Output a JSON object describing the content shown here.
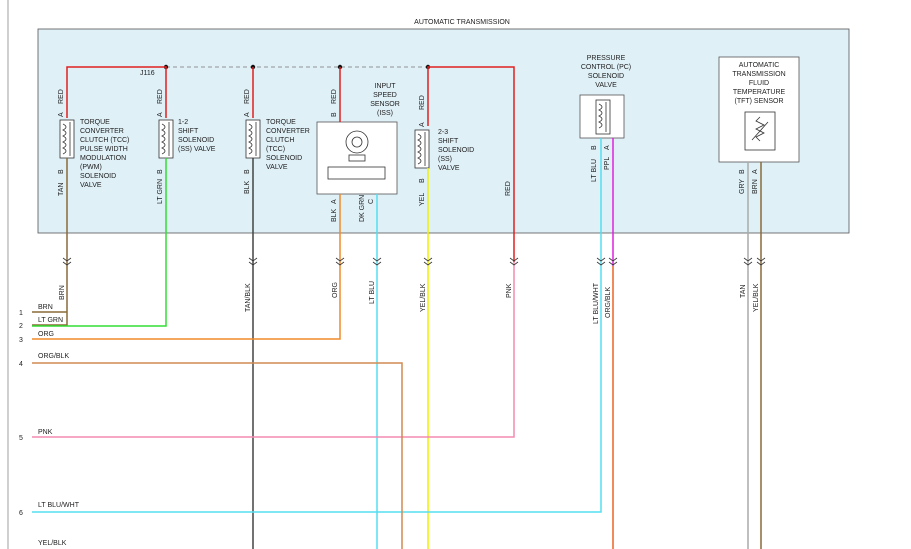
{
  "header": {
    "title": "AUTOMATIC TRANSMISSION"
  },
  "splice": {
    "label": "J116"
  },
  "components": {
    "tcc_pwm": {
      "lines": [
        "TORQUE",
        "CONVERTER",
        "CLUTCH (TCC)",
        "PULSE WIDTH",
        "MODULATION",
        "(PWM)",
        "SOLENOID",
        "VALVE"
      ]
    },
    "ss12": {
      "lines": [
        "1-2",
        "SHIFT",
        "SOLENOID",
        "(SS) VALVE"
      ]
    },
    "tcc_sol": {
      "lines": [
        "TORQUE",
        "CONVERTER",
        "CLUTCH",
        "(TCC)",
        "SOLENOID",
        "VALVE"
      ]
    },
    "iss": {
      "lines": [
        "INPUT",
        "SPEED",
        "SENSOR",
        "(ISS)"
      ]
    },
    "ss23": {
      "lines": [
        "2-3",
        "SHIFT",
        "SOLENOID",
        "(SS)",
        "VALVE"
      ]
    },
    "pc": {
      "lines": [
        "PRESSURE",
        "CONTROL (PC)",
        "SOLENOID",
        "VALVE"
      ]
    },
    "tft": {
      "lines": [
        "AUTOMATIC",
        "TRANSMISSION",
        "FLUID",
        "TEMPERATURE",
        "(TFT) SENSOR"
      ]
    }
  },
  "pins": {
    "a": "A",
    "b": "B",
    "c": "C"
  },
  "internal_wires": {
    "red": "RED",
    "tan": "TAN",
    "lt_grn": "LT GRN",
    "blk": "BLK",
    "yel": "YEL",
    "dk_grn": "DK GRN",
    "lt_blu": "LT BLU",
    "ppl": "PPL",
    "gry": "GRY",
    "brn": "BRN"
  },
  "harness_wires": {
    "brn": "BRN",
    "tan_blk": "TAN/BLK",
    "org": "ORG",
    "lt_blu": "LT BLU",
    "yel_blk": "YEL/BLK",
    "pnk": "PNK",
    "lt_blu_wht": "LT BLU/WHT",
    "org_blk": "ORG/BLK",
    "tan": "TAN",
    "yel_blk_2": "YEL/BLK"
  },
  "connector_pins": [
    {
      "number": "1",
      "label": "BRN"
    },
    {
      "number": "2",
      "label": "LT GRN"
    },
    {
      "number": "3",
      "label": "ORG"
    },
    {
      "number": "4",
      "label": "ORG/BLK"
    },
    {
      "number": "5",
      "label": "PNK"
    },
    {
      "number": "6",
      "label": "LT BLU/WHT"
    },
    {
      "number": "",
      "label": "YEL/BLK"
    }
  ],
  "colors": {
    "box_fill": "#dff0f7",
    "red": "#e02020",
    "brown": "#8a6a3a",
    "lt_green": "#33dd33",
    "black": "#444444",
    "orange": "#f08a2a",
    "lt_blue": "#55ddf0",
    "yellow": "#f0f000",
    "pink": "#f28ab0",
    "purple": "#e020e0",
    "gray": "#aaaaaa",
    "org_blk": "#d08a50"
  }
}
